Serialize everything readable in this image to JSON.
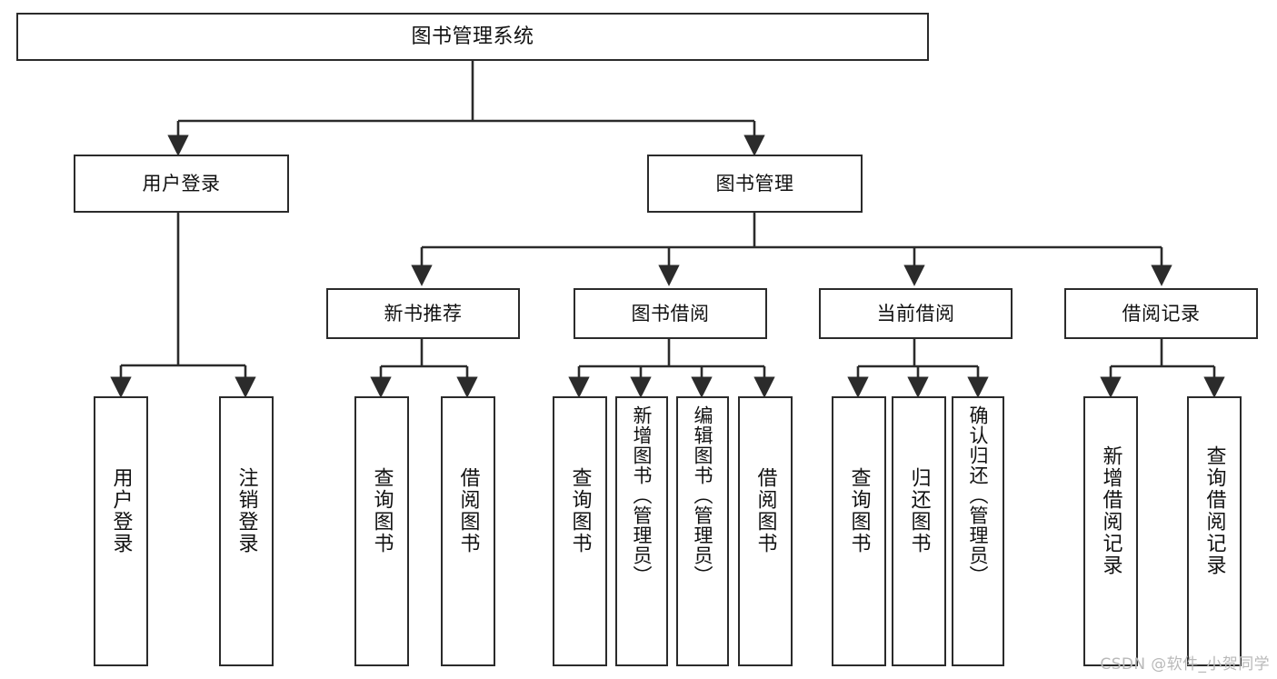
{
  "diagram": {
    "type": "tree",
    "title": "图书管理系统",
    "orientation": "top-down",
    "levels": 4,
    "colors": {
      "box_border": "#2b2b2b",
      "box_fill": "#ffffff",
      "edge": "#2b2b2b",
      "text": "#111111",
      "watermark": "#b9b9b9",
      "background": "#ffffff"
    }
  },
  "root": {
    "label": "图书管理系统"
  },
  "level2": [
    {
      "label": "用户登录"
    },
    {
      "label": "图书管理"
    }
  ],
  "level3": [
    {
      "label": "新书推荐"
    },
    {
      "label": "图书借阅"
    },
    {
      "label": "当前借阅"
    },
    {
      "label": "借阅记录"
    }
  ],
  "leaves": {
    "user_login": [
      {
        "label": "用户登录"
      },
      {
        "label": "注销登录"
      }
    ],
    "new_book_recommend": [
      {
        "label": "查询图书"
      },
      {
        "label": "借阅图书"
      }
    ],
    "book_borrow": [
      {
        "label": "查询图书"
      },
      {
        "label": "新增图书（管理员）"
      },
      {
        "label": "编辑图书（管理员）"
      },
      {
        "label": "借阅图书"
      }
    ],
    "current_borrow": [
      {
        "label": "查询图书"
      },
      {
        "label": "归还图书"
      },
      {
        "label": "确认归还（管理员）"
      }
    ],
    "borrow_record": [
      {
        "label": "新增借阅记录"
      },
      {
        "label": "查询借阅记录"
      }
    ]
  },
  "watermark": {
    "text": "CSDN @软件_小贺同学"
  }
}
